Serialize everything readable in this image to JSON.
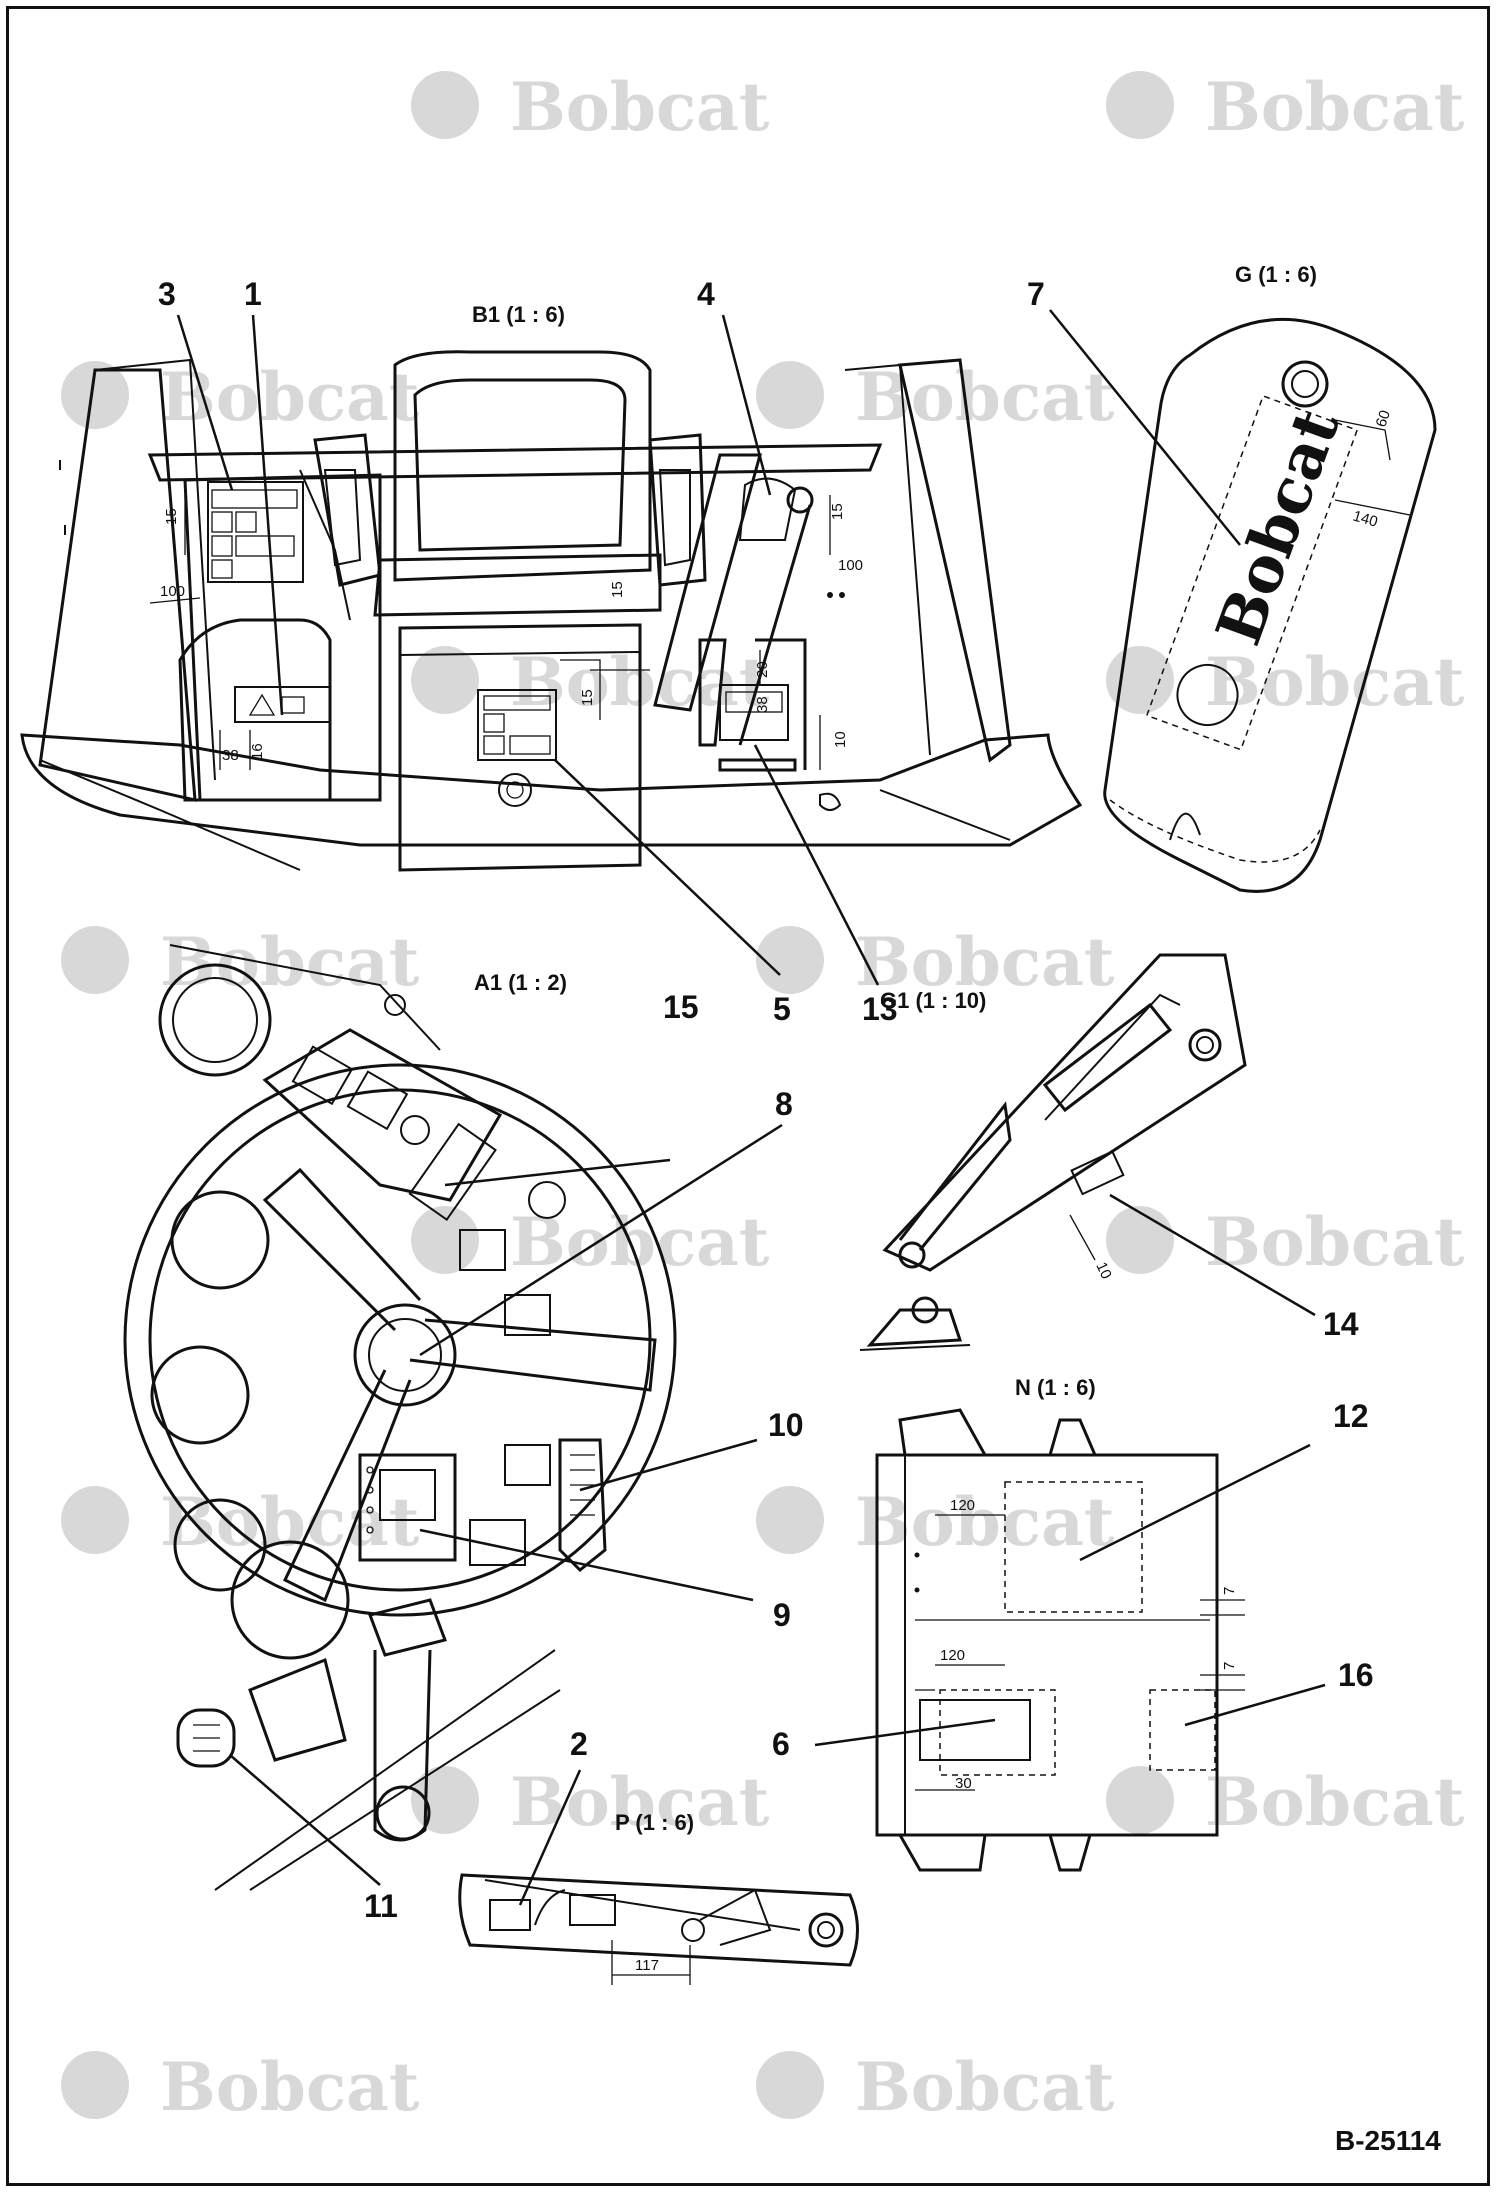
{
  "document_id": "B-25114",
  "watermark": {
    "text": "Bobcat"
  },
  "views": {
    "b1": "B1 (1 : 6)",
    "g": "G (1 : 6)",
    "a1": "A1 (1 : 2)",
    "g1": "G1 (1 : 10)",
    "n": "N (1 : 6)",
    "p": "P (1 : 6)"
  },
  "callouts": {
    "c1": "1",
    "c2": "2",
    "c3": "3",
    "c4": "4",
    "c5": "5",
    "c6": "6",
    "c7": "7",
    "c8": "8",
    "c9": "9",
    "c10": "10",
    "c11": "11",
    "c12": "12",
    "c13": "13",
    "c14": "14",
    "c15": "15",
    "c16": "16"
  },
  "dimensions": {
    "b1_left_15": "15",
    "b1_left_100": "100",
    "b1_left_38": "38",
    "b1_left_16": "16",
    "b1_center_15": "15",
    "b1_right_15": "15",
    "b1_right_100": "100",
    "b1_right_20": "20",
    "b1_right_38": "38",
    "b1_right_10": "10",
    "g_60": "60",
    "g_140": "140",
    "g1_10": "10",
    "n_120_top": "120",
    "n_120_mid": "120",
    "n_30": "30",
    "n_7_top": "7",
    "n_7_mid": "7",
    "p_117": "117"
  },
  "decal_logo_text": "Bobcat"
}
